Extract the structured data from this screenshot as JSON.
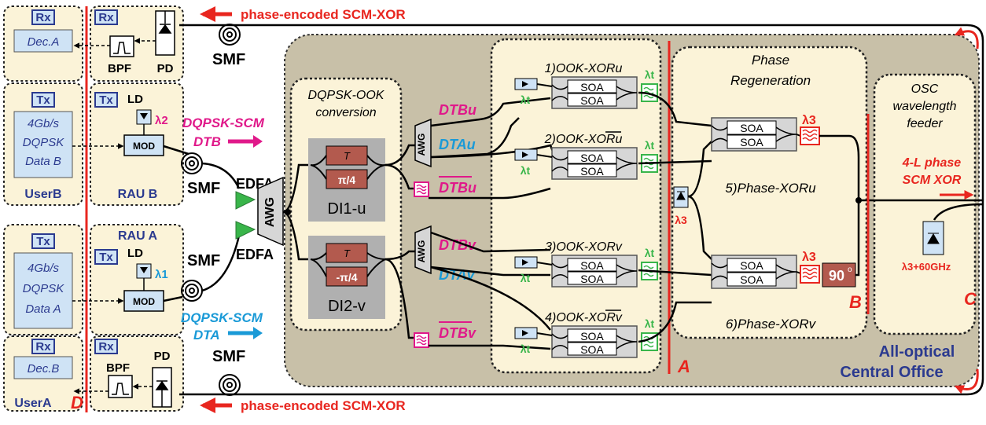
{
  "colors": {
    "office_fill": "#c8c0a8",
    "panel_fill": "#fbf3d8",
    "block_fill": "#cfe3f5",
    "soa_fill": "#d6d6d6",
    "di_fill": "#b0b0b0",
    "di_delay": "#b35a4e",
    "red": "#e8261f",
    "magenta": "#e0198a",
    "cyan": "#1a9ad7",
    "green": "#39b54a",
    "navy": "#2b3a8f"
  },
  "labels": {
    "top_arrow": "phase-encoded SCM-XOR",
    "bottom_arrow": "phase-encoded SCM-XOR",
    "smf": "SMF",
    "edfa": "EDFA",
    "awg": "AWG",
    "rx": "Rx",
    "tx": "Tx",
    "ld": "LD",
    "pd": "PD",
    "bpf": "BPF",
    "mod": "MOD",
    "dec_a": "Dec.A",
    "dec_b": "Dec.B",
    "data_b": [
      "4Gb/s",
      "DQPSK",
      "Data B"
    ],
    "data_a": [
      "4Gb/s",
      "DQPSK",
      "Data A"
    ],
    "user_b": "UserB",
    "user_a": "UserA",
    "rau_b": "RAU B",
    "rau_a": "RAU A",
    "lambda2": "λ2",
    "lambda1": "λ1",
    "lambda3": "λ3",
    "lambda_t": "λt",
    "dqpsk_scm_b": "DQPSK-SCM",
    "dtb": "DTB",
    "dqpsk_scm_a": "DQPSK-SCM",
    "dta": "DTA",
    "conversion": [
      "DQPSK-OOK",
      "conversion"
    ],
    "di1": "DI1-u",
    "di2": "DI2-v",
    "tau": "T",
    "pi4": "π/4",
    "mpi4": "-π/4",
    "dtbu": "DTBu",
    "dtau": "DTAu",
    "dtbu_bar": "DTBu",
    "dtbv": "DTBv",
    "dtav": "DTAv",
    "dtbv_bar": "DTBv",
    "xor1": "1)OOK-XORu",
    "xor2": "2)OOK-XORu",
    "xor3": "3)OOK-XORv",
    "xor4": "4)OOK-XORv",
    "soa": "SOA",
    "phase_regen": [
      "Phase",
      "Regeneration"
    ],
    "pxor5": "5)Phase-XORu",
    "pxor6": "6)Phase-XORv",
    "deg90": "90",
    "osc": [
      "OSC",
      "wavelength",
      "feeder"
    ],
    "fourl": [
      "4-L phase",
      "SCM XOR"
    ],
    "lambda3_60": "λ3+60GHz",
    "office": [
      "All-optical",
      "Central Office"
    ],
    "mark_a": "A",
    "mark_b": "B",
    "mark_c": "C",
    "mark_d": "D"
  }
}
